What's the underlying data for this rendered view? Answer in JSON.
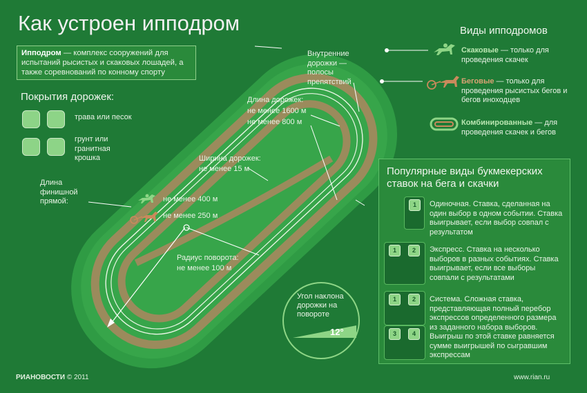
{
  "title": "Как устроен ипподром",
  "intro": {
    "term": "Ипподром",
    "text": " — комплекс сооружений для испытаний рысистых и скаковых лошадей, а также соревнований по конному спорту"
  },
  "surfaces": {
    "title": "Покрытия дорожек:",
    "items": [
      {
        "label": "трава или песок"
      },
      {
        "label": "грунт или гранитная крошка"
      }
    ]
  },
  "track_labels": {
    "inner": "Внутренние дорожки — полосы препятствий",
    "length_title": "Длина дорожек:",
    "length_1": "не менее 1600 м",
    "length_2": "не менее 800 м",
    "width_title": "Ширина дорожек:",
    "width_value": "не менее 15 м",
    "finish_title": "Длина финишной прямой:",
    "finish_1": "не менее 400 м",
    "finish_2": "не менее 250 м",
    "radius_title": "Радиус поворота:",
    "radius_value": "не менее 100 м",
    "angle_title": "Угол наклона дорожки на повороте",
    "angle_value": "12°"
  },
  "types": {
    "title": "Виды ипподромов",
    "items": [
      {
        "name": "Скаковые",
        "text": " — только для проведения скачек"
      },
      {
        "name": "Беговые",
        "text": " — только для проведения рысистых бегов и бегов иноходцев"
      },
      {
        "name": "Комбинированные",
        "text": " — для проведения скачек и бегов"
      }
    ]
  },
  "bets": {
    "title": "Популярные виды букмекерских ставок на бега и скачки",
    "items": [
      {
        "text": "Одиночная. Ставка, сделанная на один выбор в одном событии. Ставка выигрывает, если выбор совпал с результатом"
      },
      {
        "text": "Экспресс. Ставка на несколько выборов в разных событиях. Ставка выигрывает, если все выборы совпали с результатами"
      },
      {
        "text": "Система. Сложная ставка, представляющая полный перебор экспрессов определенного размера из заданного набора выборов. Выигрыш по этой ставке равняется сумме выигрышей по сыгравшим экспрессам"
      }
    ],
    "numbers": [
      "1",
      "1",
      "2",
      "1",
      "2",
      "3",
      "4"
    ]
  },
  "footer": {
    "brand": "РИАНОВОСТИ",
    "copyright": "© 2011",
    "site": "www.rian.ru"
  },
  "colors": {
    "background": "#1f7a36",
    "track_outer": "#2e9a42",
    "track_mid": "#3fae4d",
    "track_band": "#9b8b5c",
    "accent_green": "#8ed586",
    "accent_brown": "#b9835a"
  }
}
